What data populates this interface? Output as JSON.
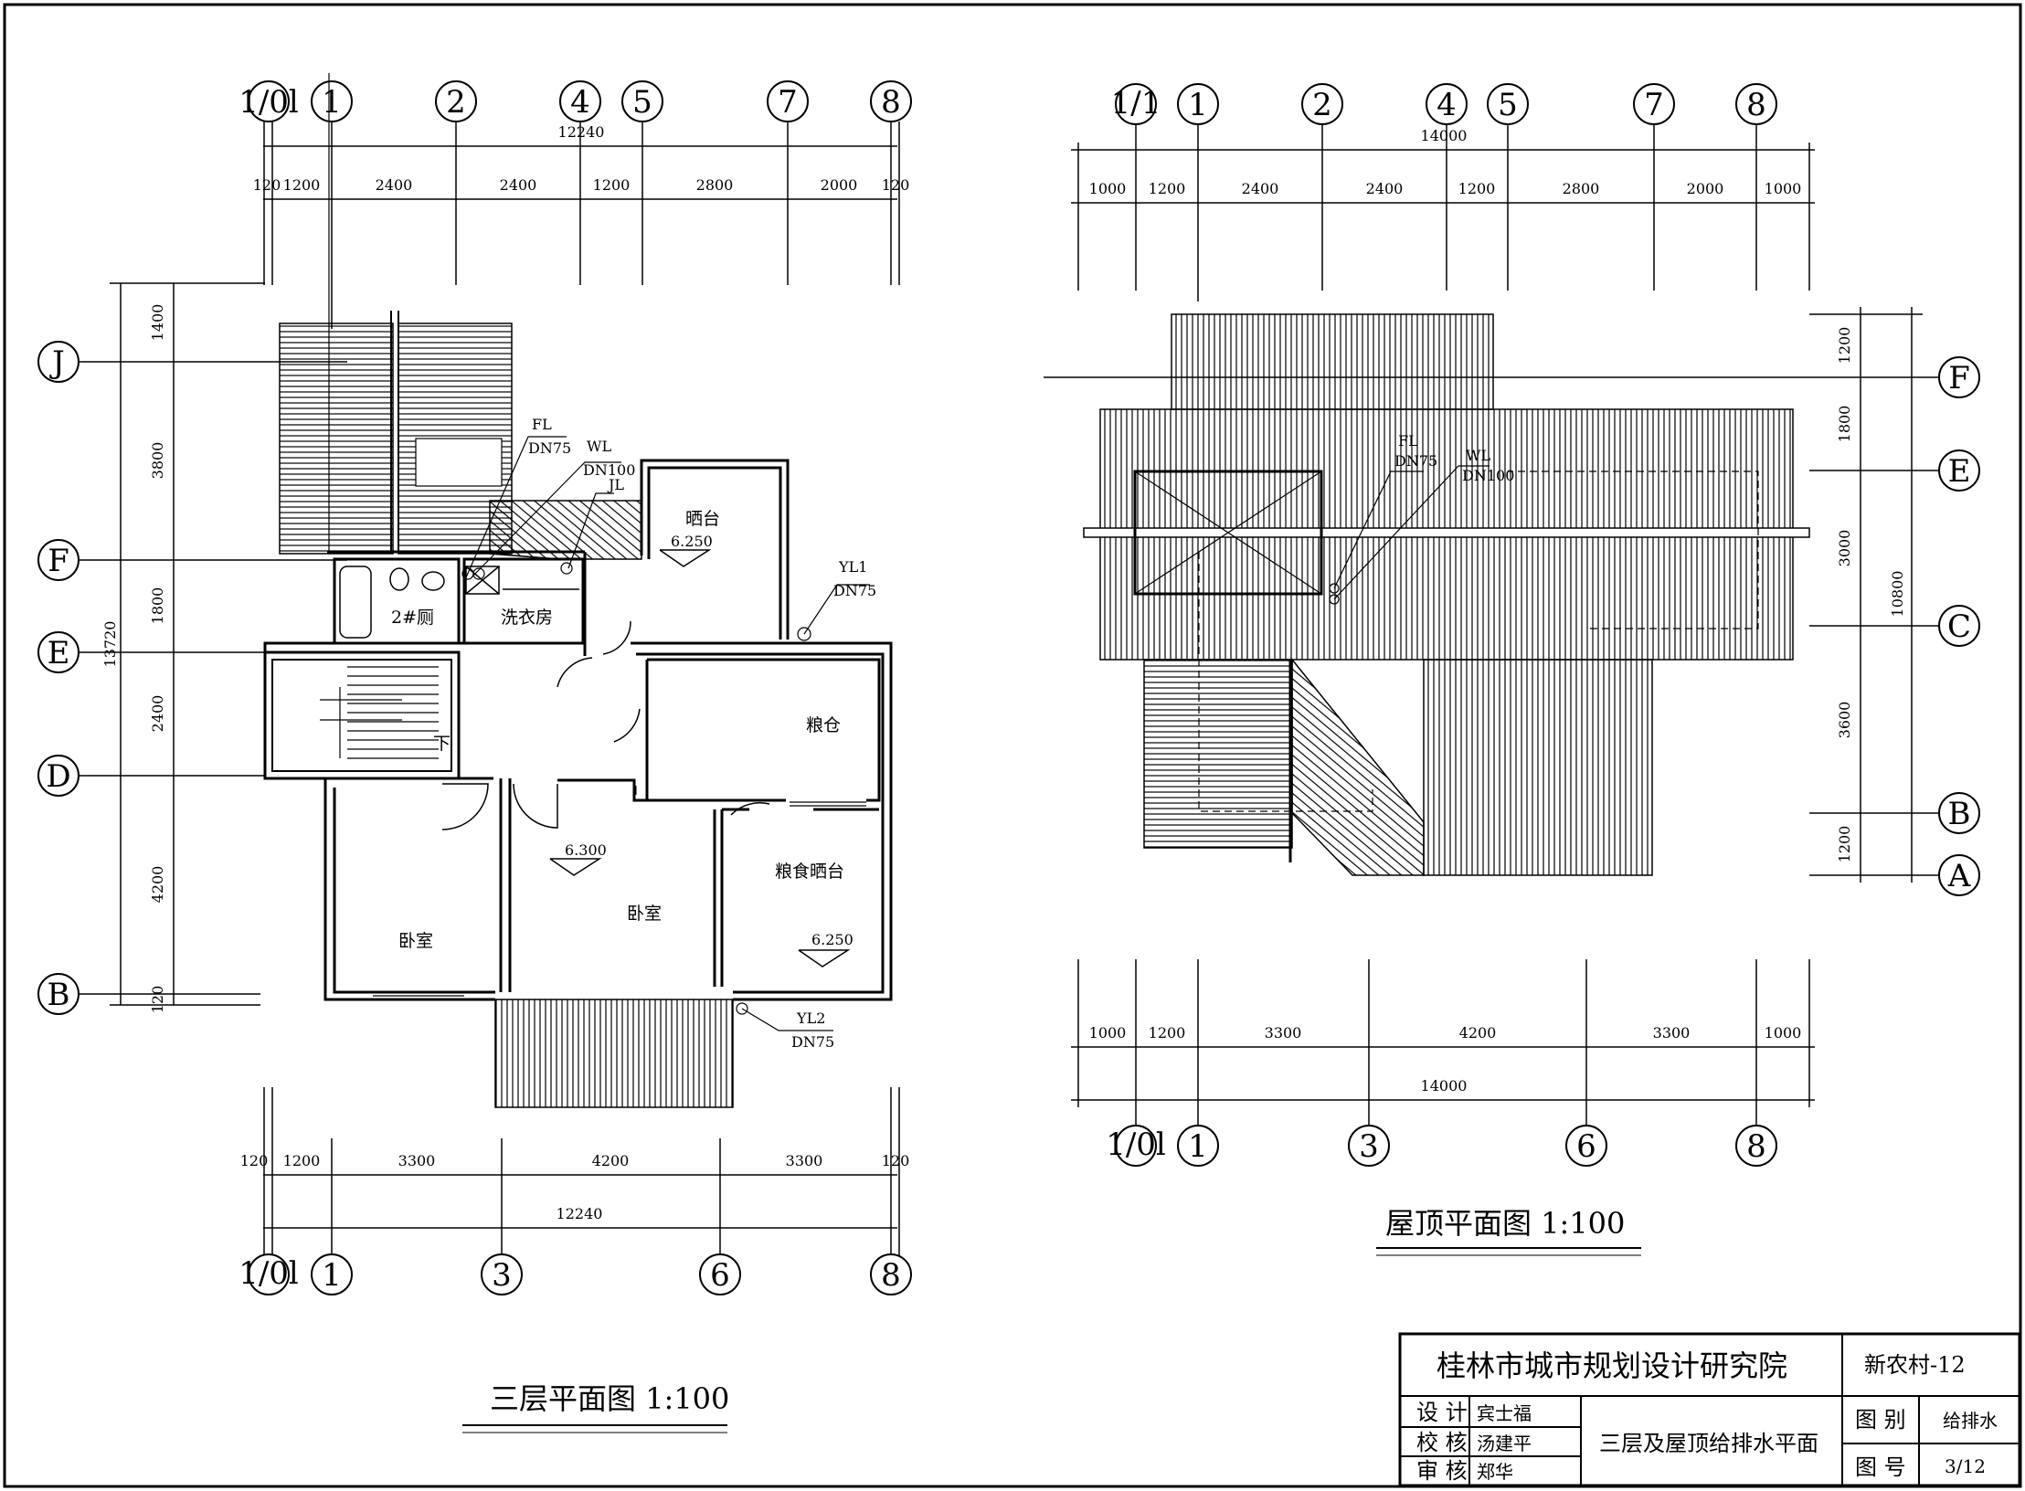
{
  "plan_left": {
    "title": "三层平面图  1:100",
    "top_axes": [
      "1/0l",
      "1",
      "2",
      "4",
      "5",
      "7",
      "8"
    ],
    "top_total": "12240",
    "top_dims": [
      "120",
      "1200",
      "2400",
      "2400",
      "1200",
      "2800",
      "2000",
      "120"
    ],
    "bottom_axes": [
      "1/0l",
      "1",
      "3",
      "6",
      "8"
    ],
    "bottom_total": "12240",
    "bottom_dims": [
      "120",
      "1200",
      "3300",
      "4200",
      "3300",
      "120"
    ],
    "left_axes": [
      "J",
      "F",
      "E",
      "D",
      "B"
    ],
    "left_total": "13720",
    "left_dims": [
      "1400",
      "3800",
      "1800",
      "2400",
      "4200",
      "120"
    ],
    "rooms": {
      "toilet": "2#厕",
      "laundry": "洗衣房",
      "drying": "晒台",
      "granary": "粮仓",
      "bedroom1": "卧室",
      "bedroom2": "卧室",
      "grain_drying": "粮食晒台",
      "down": "下"
    },
    "levels": {
      "drying": "6.250",
      "bedroom": "6.300",
      "grain": "6.250"
    },
    "pipes": {
      "fl": "FL",
      "fl_dn": "DN75",
      "wl": "WL",
      "wl_dn": "DN100",
      "jl": "JL",
      "yl1": "YL1",
      "yl1_dn": "DN75",
      "yl2": "YL2",
      "yl2_dn": "DN75"
    }
  },
  "plan_right": {
    "title": "屋顶平面图  1:100",
    "top_axes": [
      "1/1",
      "1",
      "2",
      "4",
      "5",
      "7",
      "8"
    ],
    "top_total": "14000",
    "top_dims": [
      "1000",
      "1200",
      "2400",
      "2400",
      "1200",
      "2800",
      "2000",
      "1000"
    ],
    "bottom_axes": [
      "1/0l",
      "1",
      "3",
      "6",
      "8"
    ],
    "bottom_total": "14000",
    "bottom_dims": [
      "1000",
      "1200",
      "3300",
      "4200",
      "3300",
      "1000"
    ],
    "right_axes": [
      "F",
      "E",
      "C",
      "B",
      "A"
    ],
    "right_total": "10800",
    "right_dims": [
      "1200",
      "1800",
      "3000",
      "3600",
      "1200"
    ],
    "pipes": {
      "fl": "FL",
      "fl_dn": "DN75",
      "wl": "WL",
      "wl_dn": "DN100"
    }
  },
  "title_block": {
    "institute": "桂林市城市规划设计研究院",
    "project": "新农村-12",
    "drawing_name": "三层及屋顶给排水平面",
    "design_label": "设 计",
    "design_name": "宾士福",
    "check_label": "校 核",
    "check_name": "汤建平",
    "review_label": "审 核",
    "review_name": "郑华",
    "category_label": "图 别",
    "category_value": "给排水",
    "number_label": "图 号",
    "number_value": "3/12"
  }
}
